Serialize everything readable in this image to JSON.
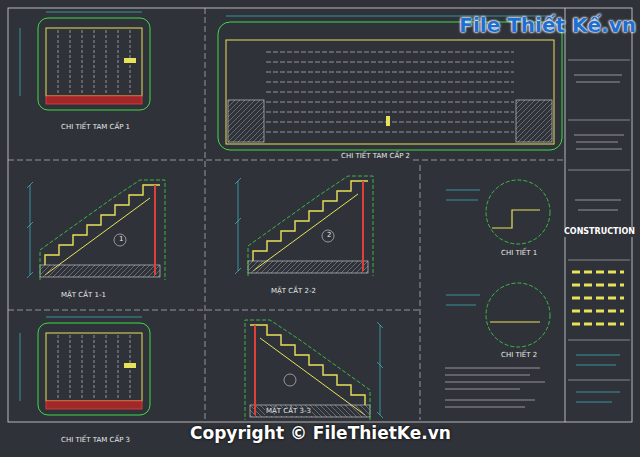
{
  "diagram": {
    "labels": [
      "File Thiết Kế.vn",
      "Copyright © FileThietKe.vn",
      "CHI TIẾT TAM CẤP 1",
      "CHI TIẾT TAM CẤP 2",
      "MẶT CẮT 1-1",
      "MẶT CẮT 2-2",
      "CHI TIẾT TAM CẤP 3",
      "MẶT CẮT 3-3",
      "CHI TIẾT 1",
      "CHI TIẾT 2",
      "1",
      "2",
      "CONSTRUCTION"
    ]
  }
}
